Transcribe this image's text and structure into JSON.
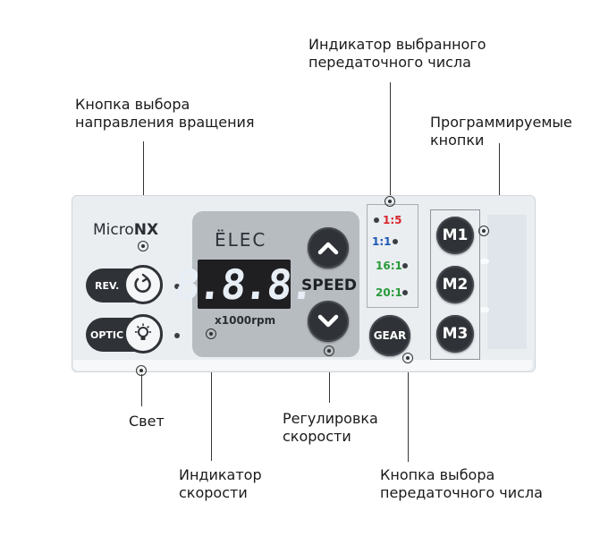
{
  "annotations": {
    "gear_indicator": [
      "Индикатор выбранного",
      "передаточного числа"
    ],
    "direction_button": [
      "Кнопка выбора",
      "направления вращения"
    ],
    "programmable": [
      "Программируемые",
      "кнопки"
    ],
    "light": [
      "Свет"
    ],
    "speed_control": [
      "Регулировка",
      "скорости"
    ],
    "speed_indicator": [
      "Индикатор",
      "скорости"
    ],
    "gear_button": [
      "Кнопка выбора",
      "передаточного числа"
    ]
  },
  "panel": {
    "brand_prefix": "Micro",
    "brand_suffix": "NX",
    "maker": "ËLEC",
    "display_value": "8.8.8.",
    "rpm_unit": "x1000rpm",
    "speed_label": "SPEED",
    "rev_label": "REV.",
    "optic_label": "OPTIC",
    "gear_label": "GEAR",
    "ratios": [
      {
        "text": "1:5",
        "color": "#d8262c"
      },
      {
        "text": "1:1",
        "color": "#1c56b5"
      },
      {
        "text": "16:1",
        "color": "#2a9a3a"
      },
      {
        "text": "20:1",
        "color": "#2a9a3a"
      }
    ],
    "memory_buttons": [
      "M1",
      "M2",
      "M3"
    ],
    "icons": {
      "rev": "rotate-icon",
      "optic": "lightbulb-icon",
      "up": "chevron-up-icon",
      "down": "chevron-down-icon"
    }
  }
}
